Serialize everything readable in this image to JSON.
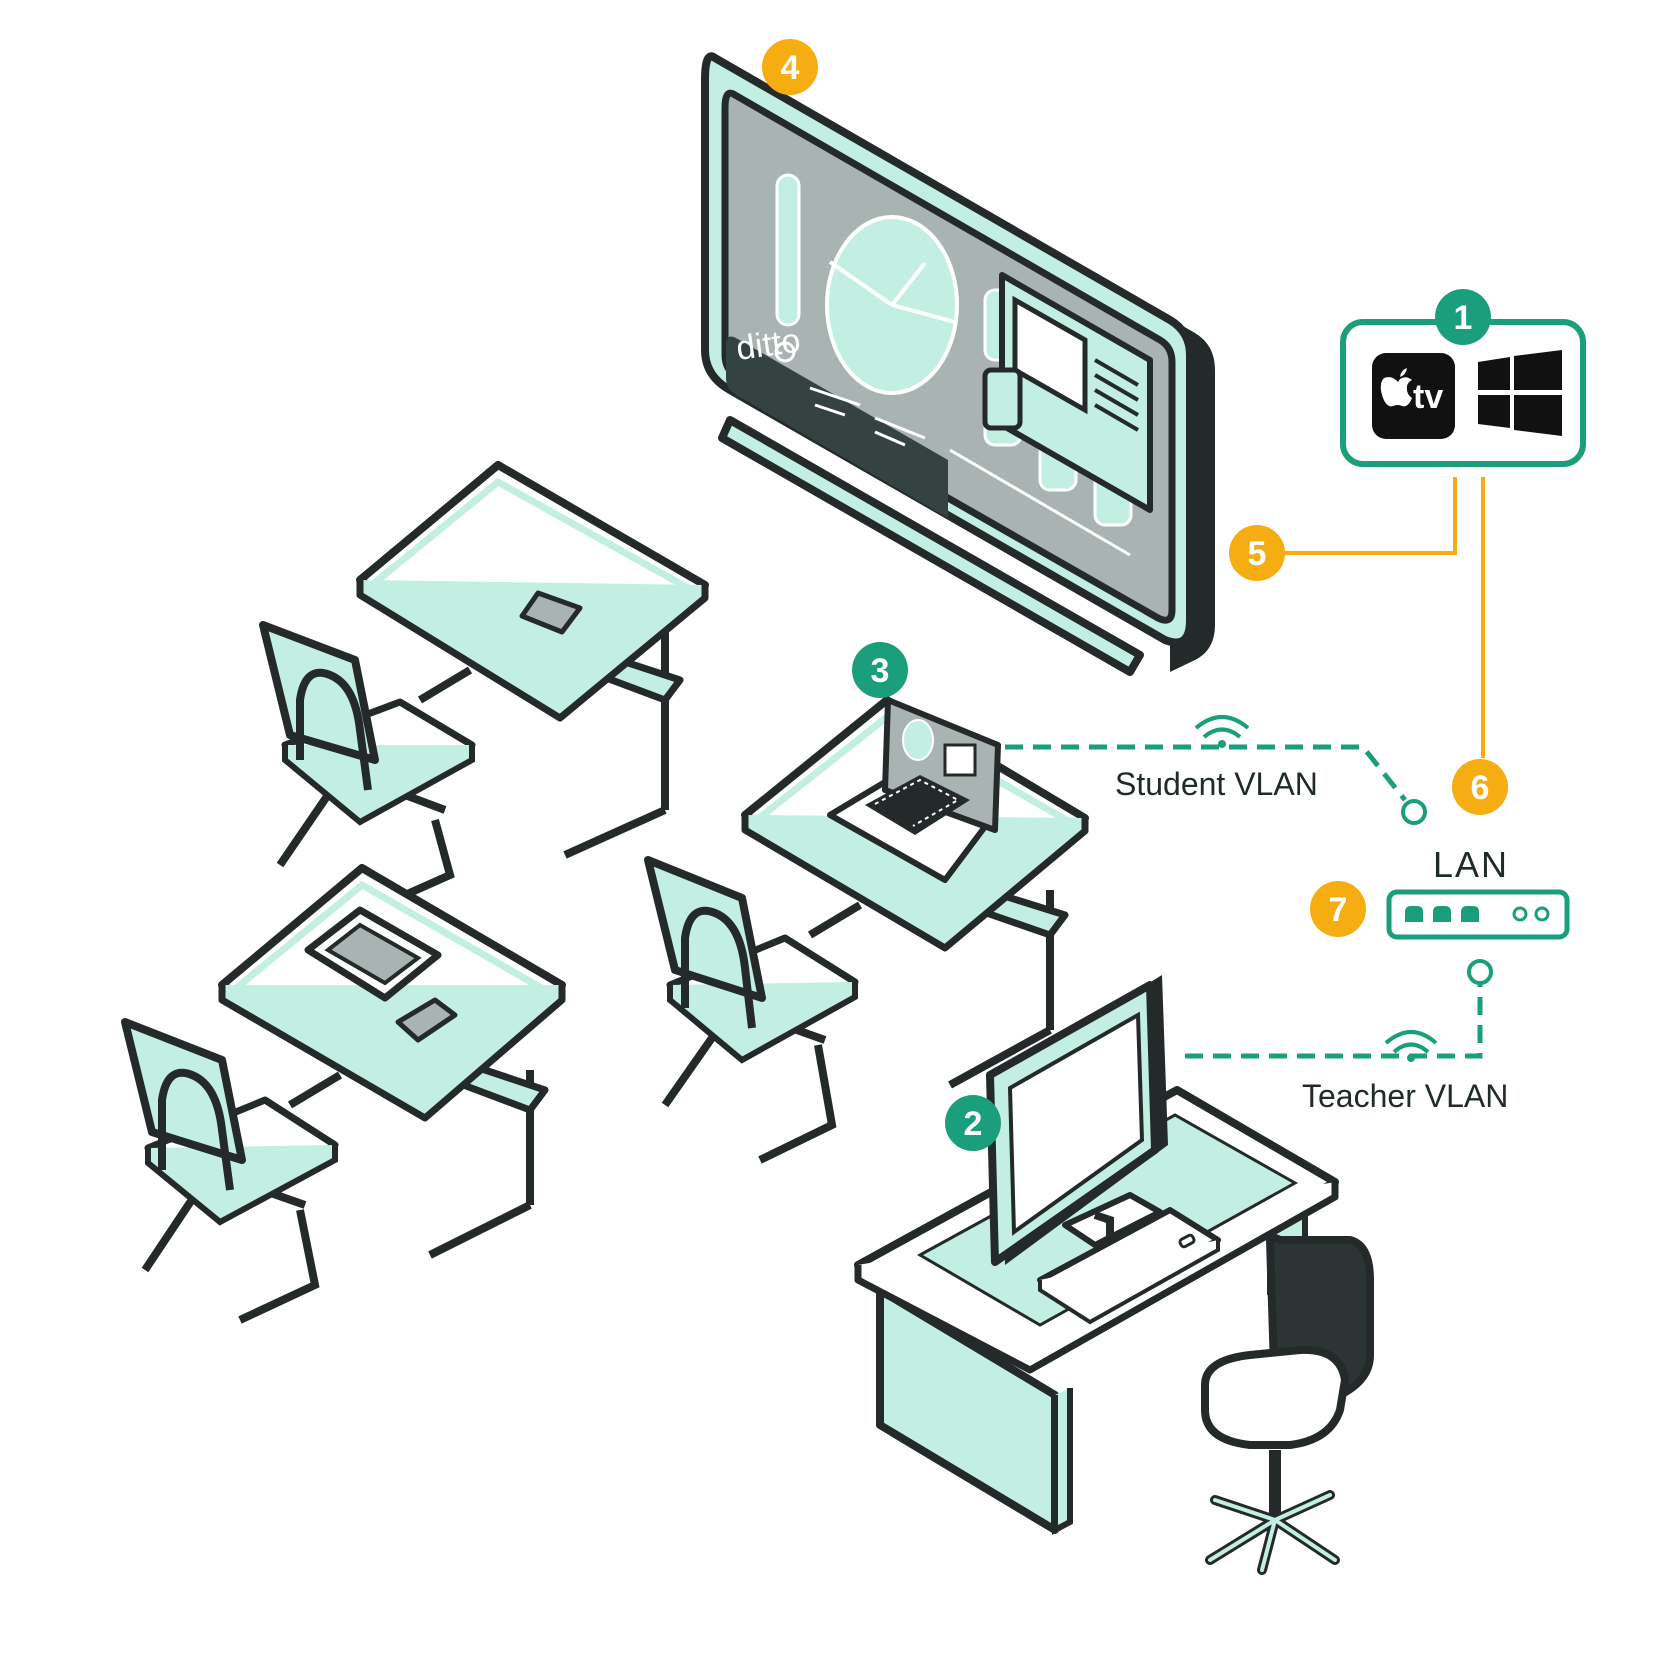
{
  "colors": {
    "outline": "#242a2a",
    "mint": "#c3efe3",
    "mint_dark": "#8fd9c4",
    "teal": "#1a9e7b",
    "orange": "#f6ad12",
    "screen_gray": "#a9b4b2",
    "dark_panel": "#344342",
    "white": "#ffffff"
  },
  "badges": [
    {
      "id": "1",
      "text": "1",
      "color": "teal"
    },
    {
      "id": "2",
      "text": "2",
      "color": "teal"
    },
    {
      "id": "3",
      "text": "3",
      "color": "teal"
    },
    {
      "id": "4",
      "text": "4",
      "color": "orange"
    },
    {
      "id": "5",
      "text": "5",
      "color": "orange"
    },
    {
      "id": "6",
      "text": "6",
      "color": "orange"
    },
    {
      "id": "7",
      "text": "7",
      "color": "orange"
    }
  ],
  "labels": {
    "student_vlan": "Student VLAN",
    "teacher_vlan": "Teacher VLAN",
    "lan": "LAN",
    "screen_logo": "ditto",
    "apple_tv": "tv"
  },
  "icons": [
    "apple-tv-icon",
    "windows-icon",
    "wifi-icon",
    "network-switch-icon",
    "ditto-logo"
  ]
}
